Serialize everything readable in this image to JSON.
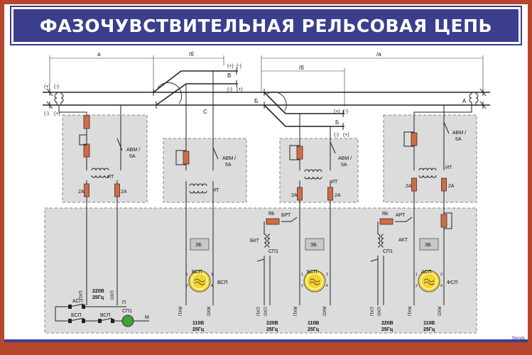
{
  "title": "ФАЗОЧУВСТВИТЕЛЬНАЯ РЕЛЬСОВАЯ ЦЕПЬ",
  "logo": "Stendy",
  "dims": {
    "a": "a",
    "b": "/б",
    "c": "/б",
    "d": "/а"
  },
  "polarity": {
    "plus": "(+)",
    "minus": "(-)"
  },
  "points": {
    "A": "А",
    "B": "Б",
    "V": "В",
    "S": "С",
    "B2": "Б"
  },
  "labels": {
    "avm": "АВМ /",
    "avm_val": "5А",
    "it": "ИТ",
    "fuse": "2А",
    "zb": "ЗБ",
    "vsp": "ВСП",
    "asp": "АСП",
    "bsp": "БСП",
    "fsp": "ФСП",
    "sp1": "СП1",
    "rk": "Rk",
    "brt": "БРТ",
    "art": "АРТ",
    "bkt": "БКТ",
    "akt": "АКТ",
    "pkhp": "ПХП",
    "okhp": "ОХП",
    "pkhm": "ПХМ",
    "okhm": "ОХМ",
    "p": "П",
    "m": "М",
    "v220": "220В",
    "v110": "110В",
    "hz": "25Гц",
    "n1": "1",
    "n2": "2",
    "n3": "3",
    "n4": "4"
  }
}
